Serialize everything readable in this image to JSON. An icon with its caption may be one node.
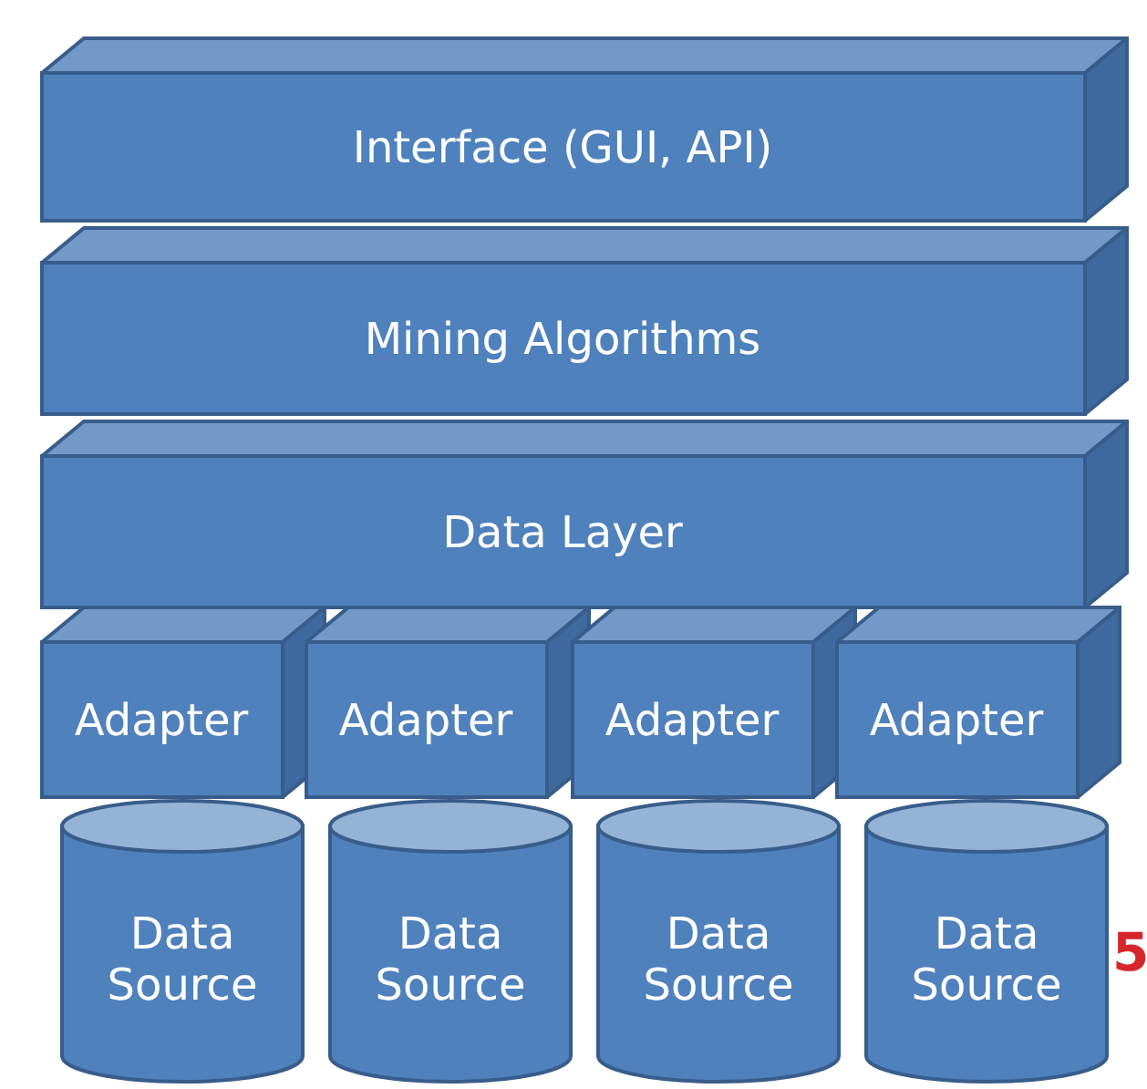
{
  "diagram": {
    "nodes": [
      {
        "text": [
          "Interface (GUI, API)"
        ]
      },
      {
        "text": [
          "Mining Algorithms"
        ]
      },
      {
        "text": [
          "Data Layer"
        ]
      },
      {
        "text": [
          "Adapter"
        ]
      },
      {
        "text": [
          "Adapter"
        ]
      },
      {
        "text": [
          "Adapter"
        ]
      },
      {
        "text": [
          "Adapter"
        ]
      },
      {
        "text": [
          "Data Source"
        ]
      },
      {
        "text": [
          "Data Source"
        ]
      },
      {
        "text": [
          "Data Source"
        ]
      },
      {
        "text": [
          "Data Source"
        ]
      }
    ],
    "edges": [],
    "labels": [
      "5"
    ]
  }
}
